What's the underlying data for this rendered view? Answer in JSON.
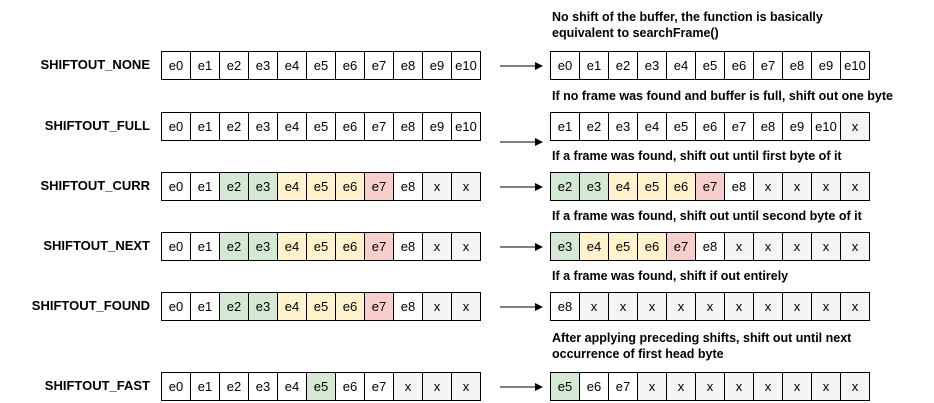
{
  "rows": [
    {
      "label": "SHIFTOUT_NONE",
      "description": [
        "No shift of the buffer, the function is basically",
        "equivalent to searchFrame()"
      ],
      "input": [
        [
          "e0",
          "w"
        ],
        [
          "e1",
          "w"
        ],
        [
          "e2",
          "w"
        ],
        [
          "e3",
          "w"
        ],
        [
          "e4",
          "w"
        ],
        [
          "e5",
          "w"
        ],
        [
          "e6",
          "w"
        ],
        [
          "e7",
          "w"
        ],
        [
          "e8",
          "w"
        ],
        [
          "e9",
          "w"
        ],
        [
          "e10",
          "w"
        ]
      ],
      "output": [
        [
          "e0",
          "w"
        ],
        [
          "e1",
          "w"
        ],
        [
          "e2",
          "w"
        ],
        [
          "e3",
          "w"
        ],
        [
          "e4",
          "w"
        ],
        [
          "e5",
          "w"
        ],
        [
          "e6",
          "w"
        ],
        [
          "e7",
          "w"
        ],
        [
          "e8",
          "w"
        ],
        [
          "e9",
          "w"
        ],
        [
          "e10",
          "w"
        ]
      ]
    },
    {
      "label": "SHIFTOUT_FULL",
      "description": [
        "If no frame was found and buffer is full, shift out one byte"
      ],
      "input": [
        [
          "e0",
          "w"
        ],
        [
          "e1",
          "w"
        ],
        [
          "e2",
          "w"
        ],
        [
          "e3",
          "w"
        ],
        [
          "e4",
          "w"
        ],
        [
          "e5",
          "w"
        ],
        [
          "e6",
          "w"
        ],
        [
          "e7",
          "w"
        ],
        [
          "e8",
          "w"
        ],
        [
          "e9",
          "w"
        ],
        [
          "e10",
          "w"
        ]
      ],
      "output": [
        [
          "e1",
          "w"
        ],
        [
          "e2",
          "w"
        ],
        [
          "e3",
          "w"
        ],
        [
          "e4",
          "w"
        ],
        [
          "e5",
          "w"
        ],
        [
          "e6",
          "w"
        ],
        [
          "e7",
          "w"
        ],
        [
          "e8",
          "w"
        ],
        [
          "e9",
          "w"
        ],
        [
          "e10",
          "w"
        ],
        [
          "x",
          "grey"
        ]
      ]
    },
    {
      "label": "SHIFTOUT_CURR",
      "description": [
        "If a frame was found, shift out until first byte of it"
      ],
      "input": [
        [
          "e0",
          "w"
        ],
        [
          "e1",
          "w"
        ],
        [
          "e2",
          "green"
        ],
        [
          "e3",
          "green"
        ],
        [
          "e4",
          "yellow"
        ],
        [
          "e5",
          "yellow"
        ],
        [
          "e6",
          "yellow"
        ],
        [
          "e7",
          "red"
        ],
        [
          "e8",
          "w"
        ],
        [
          "x",
          "grey"
        ],
        [
          "x",
          "grey"
        ]
      ],
      "output": [
        [
          "e2",
          "green"
        ],
        [
          "e3",
          "green"
        ],
        [
          "e4",
          "yellow"
        ],
        [
          "e5",
          "yellow"
        ],
        [
          "e6",
          "yellow"
        ],
        [
          "e7",
          "red"
        ],
        [
          "e8",
          "w"
        ],
        [
          "x",
          "grey"
        ],
        [
          "x",
          "grey"
        ],
        [
          "x",
          "grey"
        ],
        [
          "x",
          "grey"
        ]
      ]
    },
    {
      "label": "SHIFTOUT_NEXT",
      "description": [
        "If a frame was found, shift out until second byte of it"
      ],
      "input": [
        [
          "e0",
          "w"
        ],
        [
          "e1",
          "w"
        ],
        [
          "e2",
          "green"
        ],
        [
          "e3",
          "green"
        ],
        [
          "e4",
          "yellow"
        ],
        [
          "e5",
          "yellow"
        ],
        [
          "e6",
          "yellow"
        ],
        [
          "e7",
          "red"
        ],
        [
          "e8",
          "w"
        ],
        [
          "x",
          "grey"
        ],
        [
          "x",
          "grey"
        ]
      ],
      "output": [
        [
          "e3",
          "green"
        ],
        [
          "e4",
          "yellow"
        ],
        [
          "e5",
          "yellow"
        ],
        [
          "e6",
          "yellow"
        ],
        [
          "e7",
          "red"
        ],
        [
          "e8",
          "w"
        ],
        [
          "x",
          "grey"
        ],
        [
          "x",
          "grey"
        ],
        [
          "x",
          "grey"
        ],
        [
          "x",
          "grey"
        ],
        [
          "x",
          "grey"
        ]
      ]
    },
    {
      "label": "SHIFTOUT_FOUND",
      "description": [
        "If a frame was found, shift if out entirely"
      ],
      "input": [
        [
          "e0",
          "w"
        ],
        [
          "e1",
          "w"
        ],
        [
          "e2",
          "green"
        ],
        [
          "e3",
          "green"
        ],
        [
          "e4",
          "yellow"
        ],
        [
          "e5",
          "yellow"
        ],
        [
          "e6",
          "yellow"
        ],
        [
          "e7",
          "red"
        ],
        [
          "e8",
          "w"
        ],
        [
          "x",
          "grey"
        ],
        [
          "x",
          "grey"
        ]
      ],
      "output": [
        [
          "e8",
          "w"
        ],
        [
          "x",
          "grey"
        ],
        [
          "x",
          "grey"
        ],
        [
          "x",
          "grey"
        ],
        [
          "x",
          "grey"
        ],
        [
          "x",
          "grey"
        ],
        [
          "x",
          "grey"
        ],
        [
          "x",
          "grey"
        ],
        [
          "x",
          "grey"
        ],
        [
          "x",
          "grey"
        ],
        [
          "x",
          "grey"
        ]
      ]
    },
    {
      "label": "SHIFTOUT_FAST",
      "description": [
        "After applying preceding shifts, shift out until next",
        "occurrence of first head byte"
      ],
      "input": [
        [
          "e0",
          "w"
        ],
        [
          "e1",
          "w"
        ],
        [
          "e2",
          "w"
        ],
        [
          "e3",
          "w"
        ],
        [
          "e4",
          "w"
        ],
        [
          "e5",
          "green"
        ],
        [
          "e6",
          "w"
        ],
        [
          "e7",
          "w"
        ],
        [
          "x",
          "grey"
        ],
        [
          "x",
          "grey"
        ],
        [
          "x",
          "grey"
        ]
      ],
      "output": [
        [
          "e5",
          "green"
        ],
        [
          "e6",
          "w"
        ],
        [
          "e7",
          "w"
        ],
        [
          "x",
          "grey"
        ],
        [
          "x",
          "grey"
        ],
        [
          "x",
          "grey"
        ],
        [
          "x",
          "grey"
        ],
        [
          "x",
          "grey"
        ],
        [
          "x",
          "grey"
        ],
        [
          "x",
          "grey"
        ],
        [
          "x",
          "grey"
        ]
      ]
    }
  ],
  "colors": {
    "w": "#ffffff",
    "green": "#d5e8d4",
    "yellow": "#fff2cc",
    "red": "#f8cecc",
    "grey": "#f5f5f5",
    "stroke": "#000000"
  }
}
